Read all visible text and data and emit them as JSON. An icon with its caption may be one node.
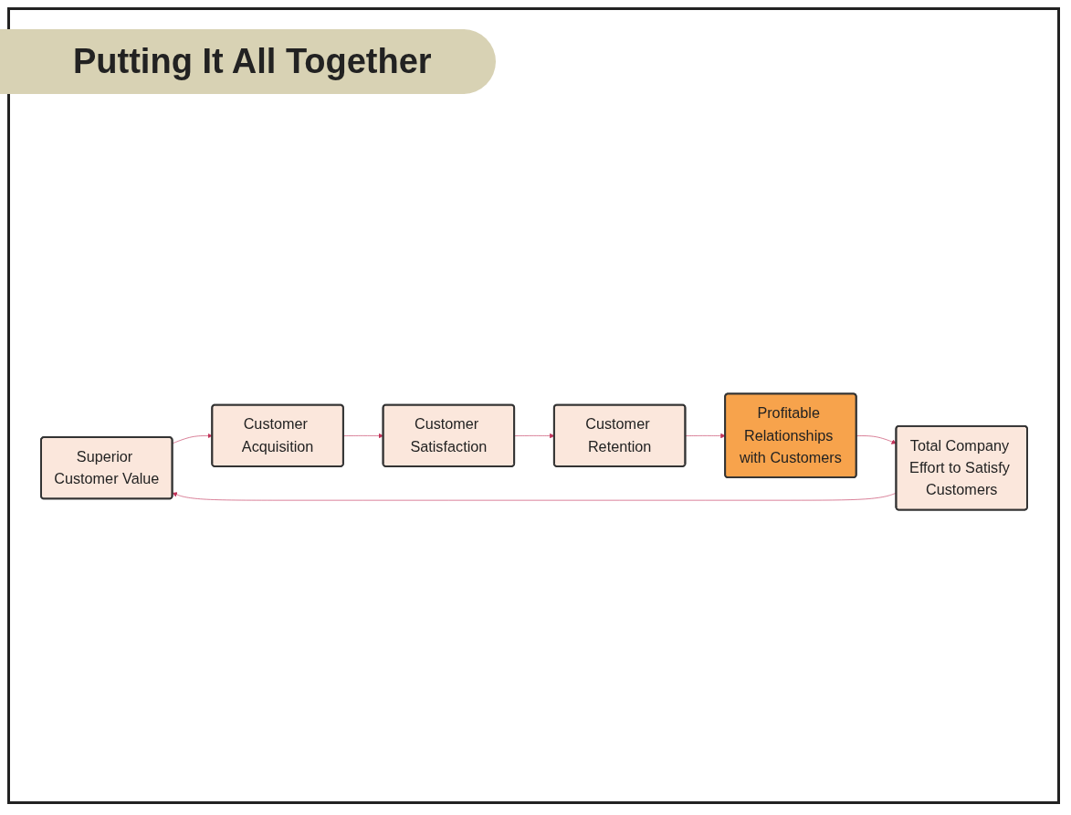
{
  "diagram": {
    "title": "Putting It All Together",
    "nodes": [
      {
        "text": [
          "Superior Customer Value"
        ]
      },
      {
        "text": [
          "Total Company Effort to Satisfy Customers"
        ]
      },
      {
        "text": [
          "Customer Acquisition"
        ]
      },
      {
        "text": [
          "Profitable Relationships with Customers"
        ]
      },
      {
        "text": [
          "Customer Satisfaction"
        ]
      },
      {
        "text": [
          "Customer Retention"
        ]
      }
    ],
    "edges": [
      {
        "from": 1,
        "to": 0,
        "arrow": "to",
        "color": "#c2345a"
      },
      {
        "from": 0,
        "to": 2,
        "arrow": "to",
        "color": "#c2345a"
      },
      {
        "from": 2,
        "to": 4,
        "arrow": "to",
        "color": "#c2345a"
      },
      {
        "from": 4,
        "to": 5,
        "arrow": "to",
        "color": "#c2345a"
      },
      {
        "from": 5,
        "to": 3,
        "arrow": "to",
        "color": "#c2345a"
      },
      {
        "from": 3,
        "to": 1,
        "arrow": "to",
        "color": "#c2345a"
      }
    ]
  }
}
